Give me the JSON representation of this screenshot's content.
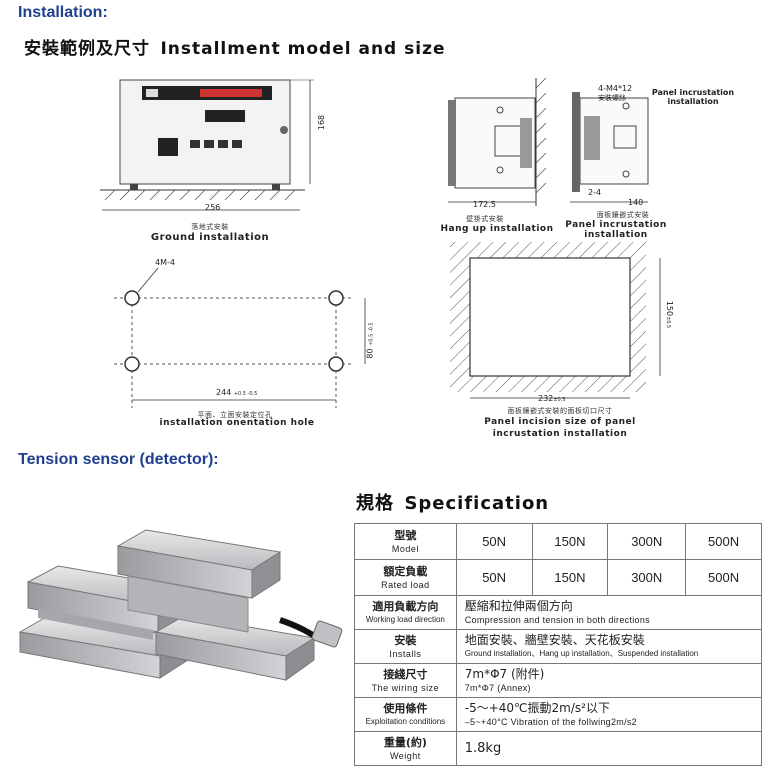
{
  "installation": {
    "heading": "Installation:",
    "section_title_zh": "安裝範例及尺寸",
    "section_title_en": "Installment model and size",
    "ground": {
      "dim_width": "256",
      "dim_height": "168",
      "caption_zh": "落地式安裝",
      "caption_en": "Ground installation"
    },
    "hang": {
      "dim_width": "172.5",
      "caption_zh": "壁掛式安裝",
      "caption_en": "Hang up installation"
    },
    "panel": {
      "callout": "4-M4*12",
      "callout_zh": "安裝螺絲",
      "title": "Panel incrustation installation",
      "dim_gap": "2-4",
      "dim_width": "140",
      "caption_zh": "面板鑲嵌式安裝",
      "caption_en": "Panel incrustation installation"
    },
    "holes": {
      "callout": "4M-4",
      "dim_width": "244",
      "dim_width_tol": "+0.5 -0.5",
      "dim_height": "80",
      "dim_height_tol": "+0.5 -0.5",
      "caption_zh": "平面、立面安裝定位孔",
      "caption_en": "installation onentation hole"
    },
    "cutout": {
      "dim_width": "232",
      "dim_width_tol": "±0.5",
      "dim_height": "150",
      "dim_height_tol": "±0.5",
      "caption_zh": "面板鑲嵌式安裝的面板切口尺寸",
      "caption_en": "Panel incision size of panel incrustation installation"
    }
  },
  "sensor": {
    "heading": "Tension sensor (detector):",
    "spec_title_zh": "規格",
    "spec_title_en": "Specification",
    "rows": [
      {
        "label_zh": "型號",
        "label_en": "Model",
        "values": [
          "50N",
          "150N",
          "300N",
          "500N"
        ]
      },
      {
        "label_zh": "額定負載",
        "label_en": "Rated load",
        "values": [
          "50N",
          "150N",
          "300N",
          "500N"
        ]
      },
      {
        "label_zh": "適用負載方向",
        "label_en": "Working load direction",
        "desc_zh": "壓縮和拉伸兩個方向",
        "desc_en": "Compression and tension in both directions"
      },
      {
        "label_zh": "安裝",
        "label_en": "Installs",
        "desc_zh": "地面安裝、牆壁安裝、天花板安裝",
        "desc_en": "Ground installation、Hang up installation、Suspended installation"
      },
      {
        "label_zh": "接綫尺寸",
        "label_en": "The wiring size",
        "desc_zh": "7m*Φ7 (附件)",
        "desc_en": "7m*Φ7 (Annex)"
      },
      {
        "label_zh": "使用條件",
        "label_en": "Exploitation conditions",
        "desc_zh": "-5～+40℃振動2m/s²以下",
        "desc_en": "–5~+40°C Vibration of the follwing2m/s2"
      },
      {
        "label_zh": "重量(約)",
        "label_en": "Weight",
        "desc_zh": "1.8kg",
        "desc_en": ""
      }
    ]
  }
}
